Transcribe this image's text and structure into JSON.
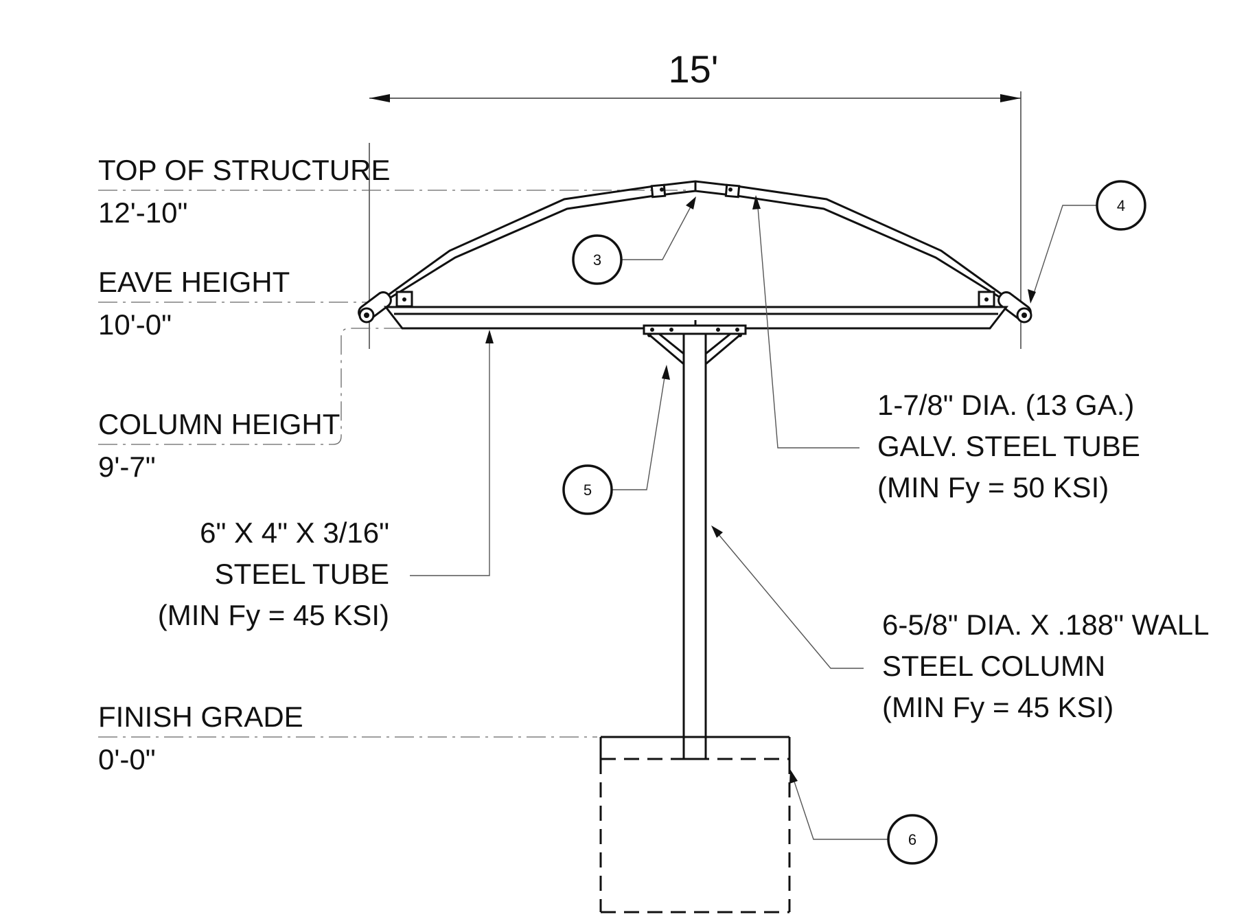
{
  "dimensions": {
    "overall_width": "15'"
  },
  "elevations": [
    {
      "id": "top",
      "title": "TOP OF STRUCTURE",
      "value": "12'-10\""
    },
    {
      "id": "eave",
      "title": "EAVE HEIGHT",
      "value": "10'-0\""
    },
    {
      "id": "column",
      "title": "COLUMN HEIGHT",
      "value": "9'-7\""
    },
    {
      "id": "grade",
      "title": "FINISH GRADE",
      "value": "0'-0\""
    }
  ],
  "callouts": {
    "beam": {
      "lines": [
        "6\" X 4\" X 3/16\"",
        "STEEL TUBE",
        "(MIN Fy = 45 KSI)"
      ]
    },
    "purlin": {
      "lines": [
        "1-7/8\" DIA. (13 GA.)",
        "GALV.  STEEL TUBE",
        "(MIN Fy = 50 KSI)"
      ]
    },
    "column": {
      "lines": [
        "6-5/8\" DIA. X .188\" WALL",
        "STEEL COLUMN",
        "(MIN Fy = 45 KSI)"
      ]
    }
  },
  "detail_bubbles": [
    {
      "id": "b3",
      "label": "3"
    },
    {
      "id": "b4",
      "label": "4"
    },
    {
      "id": "b5",
      "label": "5"
    },
    {
      "id": "b6",
      "label": "6"
    }
  ]
}
